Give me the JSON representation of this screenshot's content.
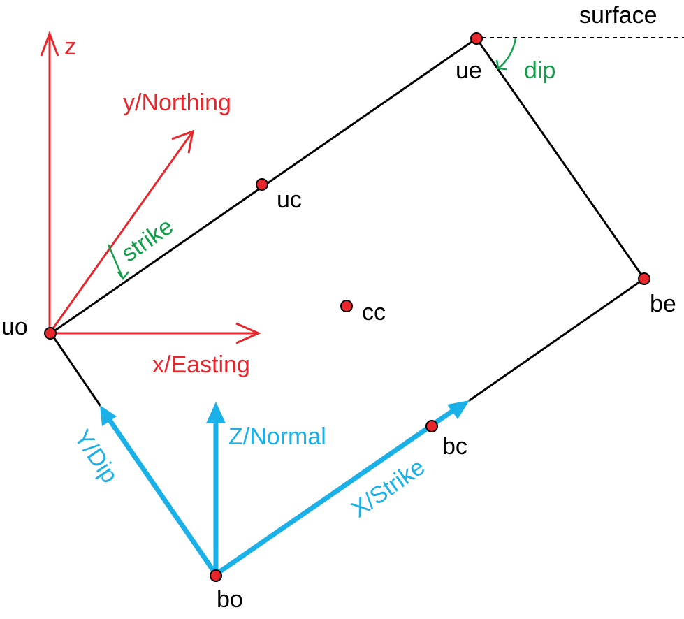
{
  "colors": {
    "frame": "#000000",
    "global_axes": "#e8262b",
    "local_axes": "#1ab0e8",
    "angles": "#13a04a",
    "point_fill": "#e8262b",
    "point_stroke": "#000000"
  },
  "labels": {
    "surface": "surface",
    "dip": "dip",
    "strike": "strike",
    "global_axes": {
      "z": "z",
      "y": "y/Northing",
      "x": "x/Easting"
    },
    "local_axes": {
      "Z": "Z/Normal",
      "Y": "Y/Dip",
      "X": "X/Strike"
    },
    "points": {
      "uo": "uo",
      "ue": "ue",
      "uc": "uc",
      "cc": "cc",
      "be": "be",
      "bc": "bc",
      "bo": "bo"
    }
  },
  "icons": [
    "arrow-head",
    "curved-arrow-icon"
  ]
}
